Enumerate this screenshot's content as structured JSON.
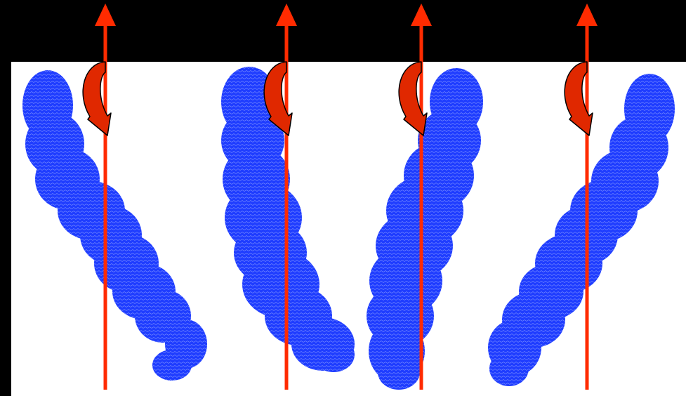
{
  "colors": {
    "background": "#000000",
    "panel": "#ffffff",
    "molecule_fill": "#1f3dff",
    "molecule_texture": "#c8d2ff",
    "axis_line": "#ff2b00",
    "rotation_arrow_fill": "#e02800",
    "rotation_arrow_stroke": "#000000"
  },
  "figure": {
    "panels": [
      {
        "name": "panel-1",
        "molecule_shape": "bent-leaning-left"
      },
      {
        "name": "panel-2",
        "molecule_shape": "straight-left"
      },
      {
        "name": "panel-3",
        "molecule_shape": "straight-right"
      },
      {
        "name": "panel-4",
        "molecule_shape": "bent-leaning-right"
      }
    ],
    "axis": "vertical-arrow",
    "rotation_icon": "curved-rotation-arrow-icon"
  }
}
